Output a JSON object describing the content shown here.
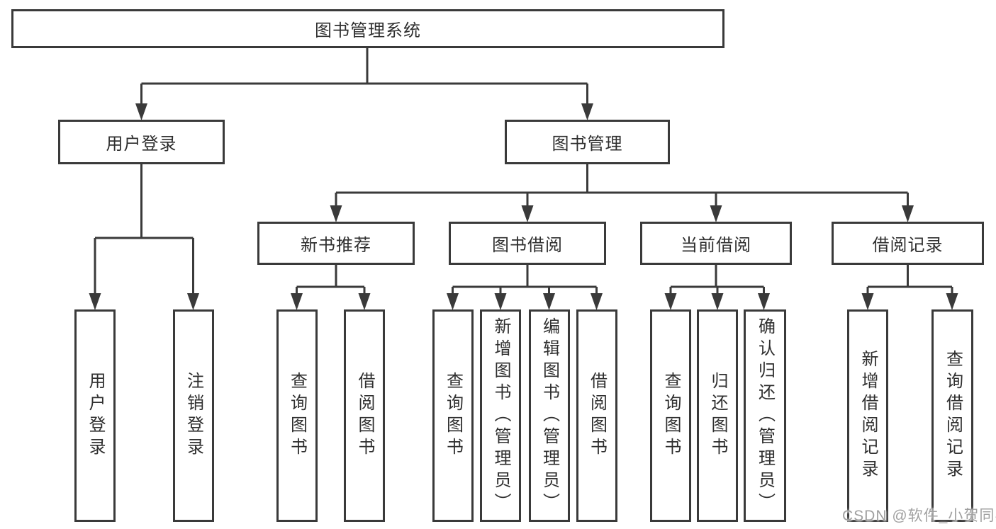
{
  "title": "图书管理系统",
  "level2": {
    "user": "用户登录",
    "mgmt": "图书管理"
  },
  "level3": {
    "new_books": "新书推荐",
    "borrow": "图书借阅",
    "current": "当前借阅",
    "records": "借阅记录"
  },
  "leaves": {
    "user": [
      "用户登录",
      "注销登录"
    ],
    "new_books": [
      "查询图书",
      "借阅图书"
    ],
    "borrow": [
      "查询图书",
      "新增图书（管理员）",
      "编辑图书（管理员）",
      "借阅图书"
    ],
    "current": [
      "查询图书",
      "归还图书",
      "确认归还（管理员）"
    ],
    "records": [
      "新增借阅记录",
      "查询借阅记录"
    ]
  },
  "watermark": "CSDN @软件_小贺同学",
  "colors": {
    "line": "#3a3a3a",
    "text": "#2f2f2f",
    "watermark": "#a0a0a0",
    "background": "#ffffff"
  }
}
